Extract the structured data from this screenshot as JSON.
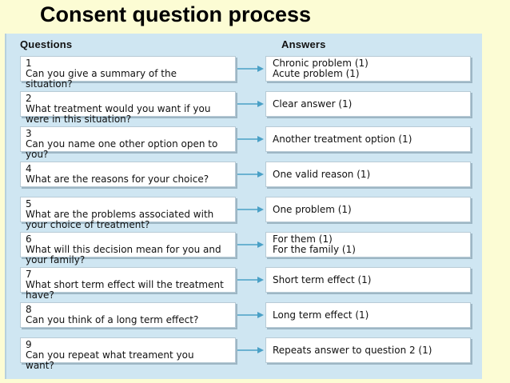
{
  "title": "Consent question process",
  "headers": {
    "questions": "Questions",
    "answers": "Answers"
  },
  "rows": [
    {
      "num": "1",
      "question": "Can you give a summary of the situation?",
      "answer_lines": [
        "Chronic problem (1)",
        "Acute problem (1)"
      ]
    },
    {
      "num": "2",
      "question": "What treatment would you want if you were in this situation?",
      "answer_lines": [
        "Clear answer (1)"
      ]
    },
    {
      "num": "3",
      "question": "Can you name one other option open to you?",
      "answer_lines": [
        "Another treatment option (1)"
      ]
    },
    {
      "num": "4",
      "question": "What are the reasons for your choice?",
      "answer_lines": [
        "One valid reason (1)"
      ]
    },
    {
      "num": "5",
      "question": "What are the problems associated with your choice of treatment?",
      "answer_lines": [
        "One problem (1)"
      ]
    },
    {
      "num": "6",
      "question": "What will this decision mean for you and your family?",
      "answer_lines": [
        "For them (1)",
        "For the family (1)"
      ]
    },
    {
      "num": "7",
      "question": "What short term effect will the treatment have?",
      "answer_lines": [
        "Short term effect (1)"
      ]
    },
    {
      "num": "8",
      "question": "Can you think of a long term effect?",
      "answer_lines": [
        "Long term effect (1)"
      ]
    },
    {
      "num": "9",
      "question": "Can you repeat what treament you want?",
      "answer_lines": [
        "Repeats answer to question 2 (1)"
      ]
    }
  ],
  "colors": {
    "background": "#fcfcd4",
    "panel": "#cfe6f2",
    "arrow": "#4aa0c6"
  }
}
